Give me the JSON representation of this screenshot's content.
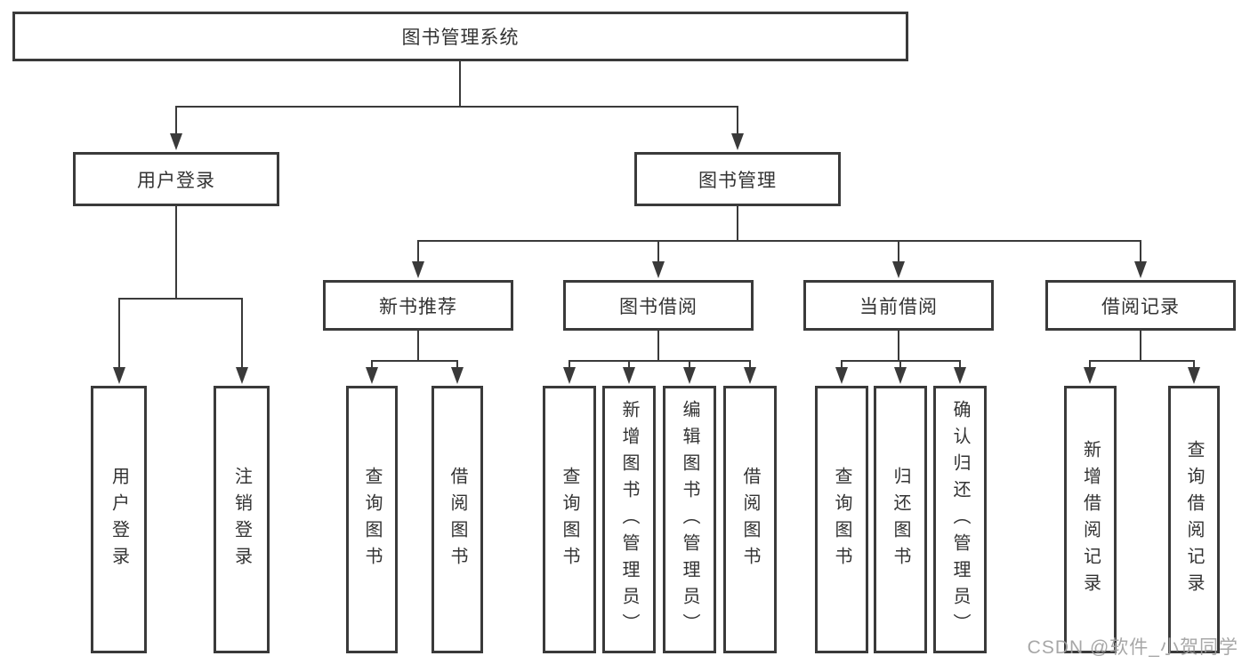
{
  "tree": {
    "root": {
      "label": "图书管理系统"
    },
    "branches": [
      {
        "label": "用户登录",
        "children": [
          {
            "label": "用户登录"
          },
          {
            "label": "注销登录"
          }
        ]
      },
      {
        "label": "图书管理",
        "children": [
          {
            "label": "新书推荐",
            "children": [
              {
                "label": "查询图书"
              },
              {
                "label": "借阅图书"
              }
            ]
          },
          {
            "label": "图书借阅",
            "children": [
              {
                "label": "查询图书"
              },
              {
                "label": "新增图书（管理员）"
              },
              {
                "label": "编辑图书（管理员）"
              },
              {
                "label": "借阅图书"
              }
            ]
          },
          {
            "label": "当前借阅",
            "children": [
              {
                "label": "查询图书"
              },
              {
                "label": "归还图书"
              },
              {
                "label": "确认归还（管理员）"
              }
            ]
          },
          {
            "label": "借阅记录",
            "children": [
              {
                "label": "新增借阅记录"
              },
              {
                "label": "查询借阅记录"
              }
            ]
          }
        ]
      }
    ]
  },
  "watermark": {
    "text": "CSDN @软件_小贺同学"
  },
  "colors": {
    "line": "#3a3a3a",
    "box_border": "#3a3a3a",
    "text": "#333333",
    "watermark": "#a0a0a0",
    "background": "#ffffff"
  }
}
